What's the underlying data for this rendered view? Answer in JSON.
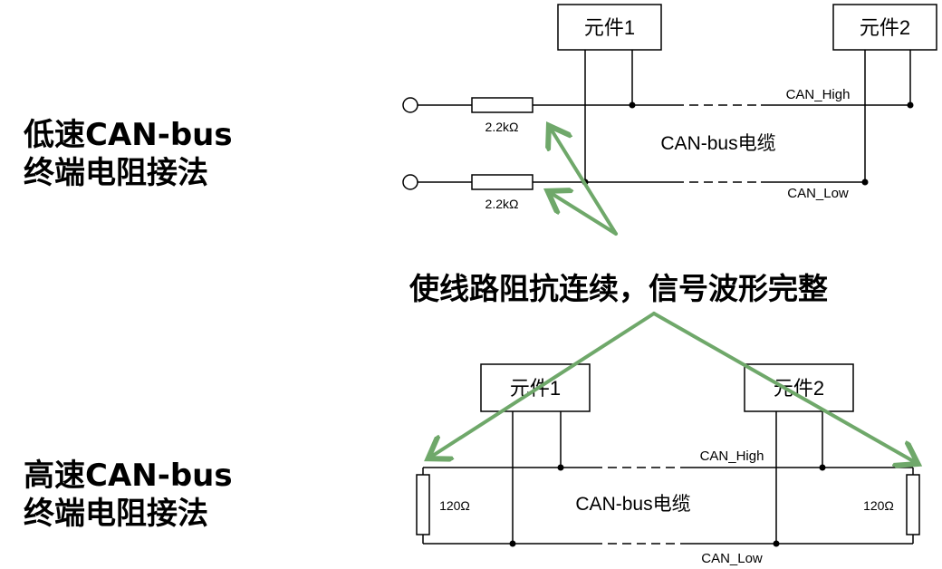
{
  "left_labels": {
    "low": [
      "低速CAN-bus",
      "终端电阻接法"
    ],
    "high": [
      "高速CAN-bus",
      "终端电阻接法"
    ]
  },
  "benefit_text": "使线路阻抗连续，信号波形完整",
  "low_speed": {
    "component1": "元件1",
    "component2": "元件2",
    "resistor_high": "2.2kΩ",
    "resistor_low": "2.2kΩ",
    "cable": "CAN-bus电缆",
    "line_high": "CAN_High",
    "line_low": "CAN_Low"
  },
  "high_speed": {
    "component1": "元件1",
    "component2": "元件2",
    "resistor_left": "120Ω",
    "resistor_right": "120Ω",
    "cable": "CAN-bus电缆",
    "line_high": "CAN_High",
    "line_low": "CAN_Low"
  },
  "colors": {
    "arrow": "#6fa86a",
    "line": "#000000"
  }
}
